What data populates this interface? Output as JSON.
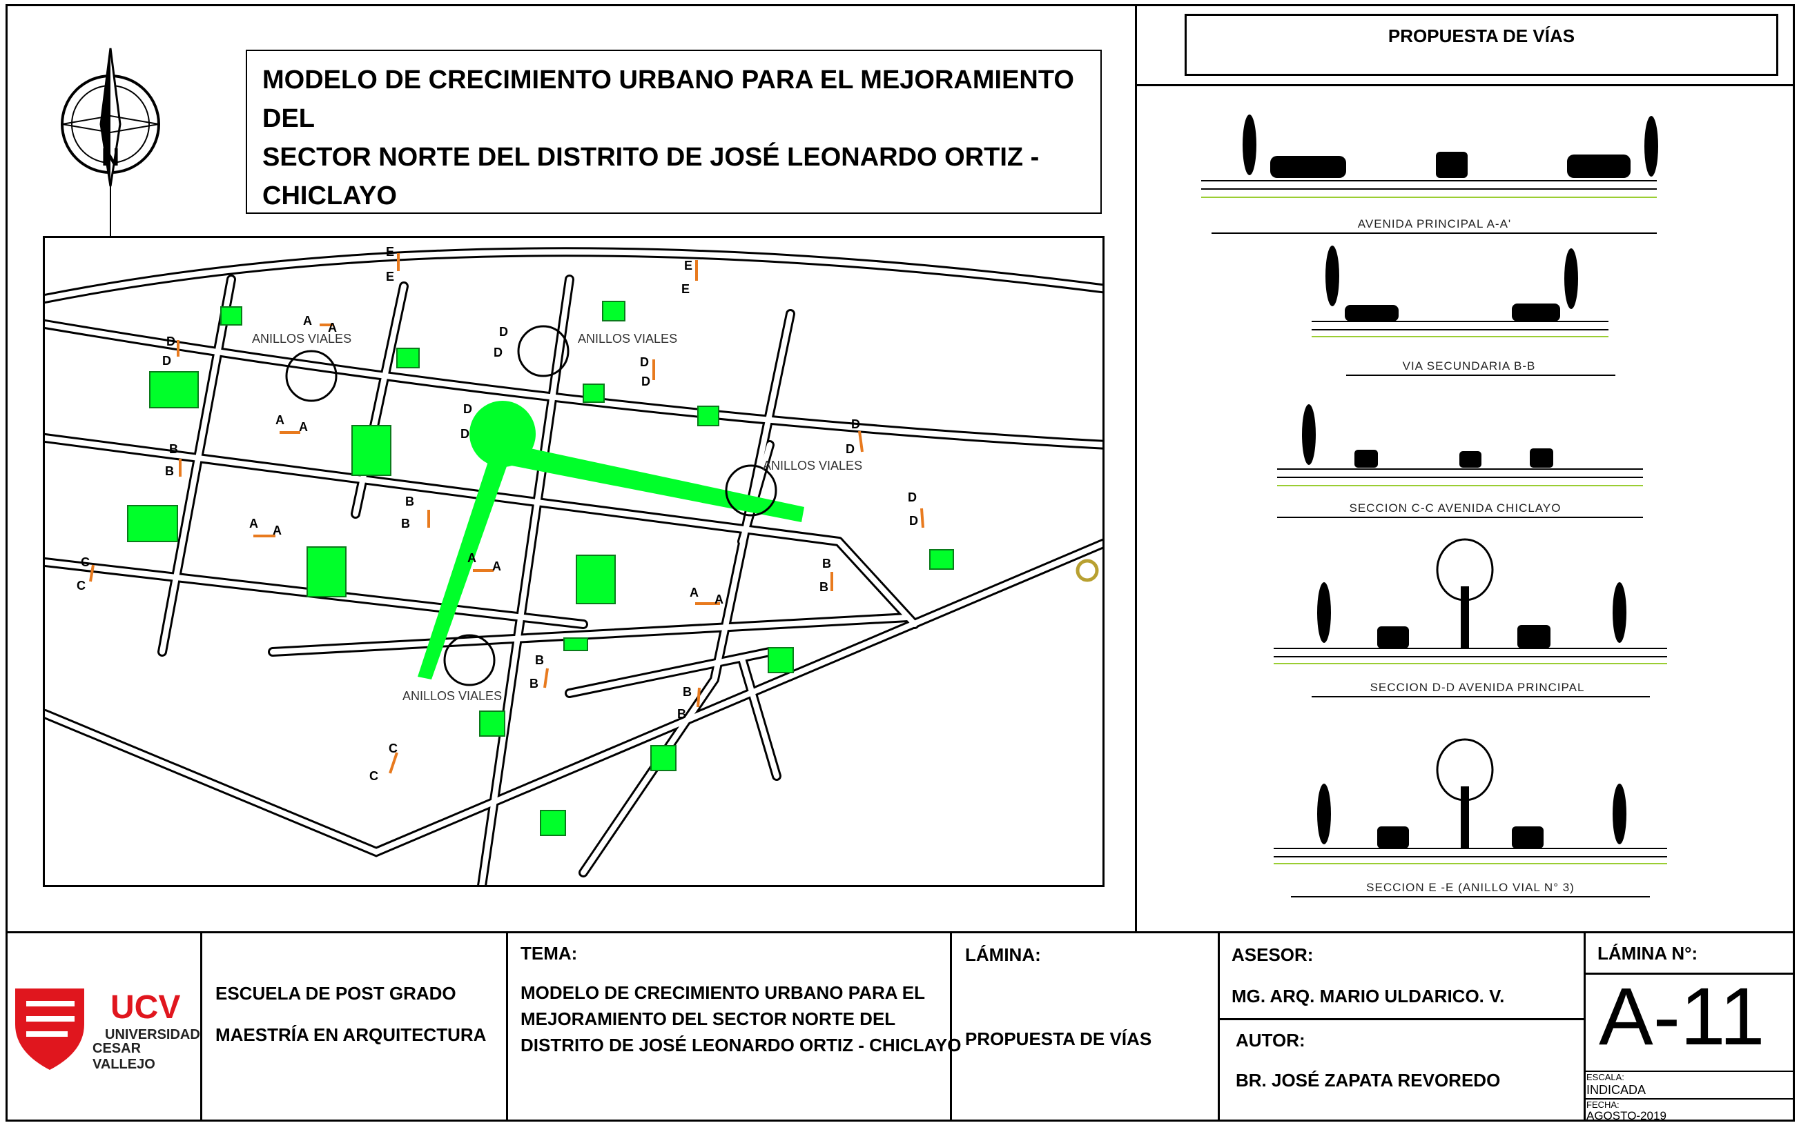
{
  "title": {
    "lines": [
      "MODELO DE CRECIMIENTO URBANO PARA EL MEJORAMIENTO DEL",
      "SECTOR NORTE DEL DISTRITO DE JOSÉ LEONARDO ORTIZ -",
      "CHICLAYO"
    ]
  },
  "compass": {
    "label": "N"
  },
  "right_panel": {
    "title": "PROPUESTA DE VÍAS"
  },
  "map": {
    "ring_label": "ANILLOS VIALES",
    "section_letters": [
      "A",
      "B",
      "C",
      "D",
      "E"
    ]
  },
  "sections": [
    {
      "caption": "AVENIDA PRINCIPAL A-A'"
    },
    {
      "caption": "VIA SECUNDARIA B-B"
    },
    {
      "caption": "SECCION  C-C  AVENIDA CHICLAYO"
    },
    {
      "caption": "SECCION  D-D  AVENIDA PRINCIPAL"
    },
    {
      "caption": "SECCION E -E  (ANILLO VIAL N° 3)"
    }
  ],
  "title_block": {
    "logo": {
      "brand": "UCV",
      "line1": "UNIVERSIDAD",
      "line2": "CESAR VALLEJO",
      "color": "#e0161e"
    },
    "school": "ESCUELA DE POST GRADO",
    "program": "MAESTRÍA EN ARQUITECTURA",
    "tema_label": "TEMA:",
    "tema_lines": [
      "MODELO DE CRECIMIENTO URBANO PARA EL",
      "MEJORAMIENTO DEL SECTOR NORTE DEL",
      "DISTRITO DE JOSÉ LEONARDO ORTIZ - CHICLAYO"
    ],
    "lamina_label": "LÁMINA:",
    "lamina_value": "PROPUESTA DE VÍAS",
    "asesor_label": "ASESOR:",
    "asesor_value": "MG. ARQ. MARIO ULDARICO. V.",
    "autor_label": "AUTOR:",
    "autor_value": "BR. JOSÉ ZAPATA REVOREDO",
    "lamina_no_label": "LÁMINA N°:",
    "lamina_no_value": "A-11",
    "escala_label": "ESCALA:",
    "escala_value": "INDICADA",
    "fecha_label": "FECHA:",
    "fecha_value": "AGOSTO-2019"
  },
  "colors": {
    "green": "#00ff2a",
    "orange": "#e87a1e",
    "road": "#000000"
  }
}
